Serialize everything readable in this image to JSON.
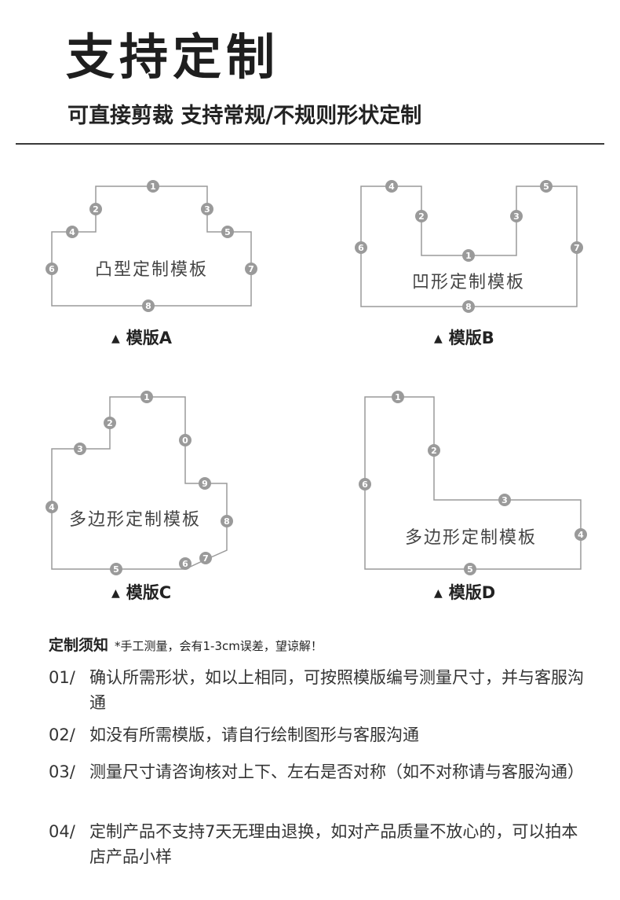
{
  "header": {
    "title": "支持定制",
    "subtitle": "可直接剪裁 支持常规/不规则形状定制"
  },
  "colors": {
    "outline": "#9a9a9a",
    "marker": "#9a9a9a",
    "text": "#222222"
  },
  "templates": [
    {
      "shape_label": "凸型定制模板",
      "caption": "模版A",
      "markers": [
        "1",
        "2",
        "3",
        "4",
        "5",
        "6",
        "7",
        "8"
      ]
    },
    {
      "shape_label": "凹形定制模板",
      "caption": "模版B",
      "markers": [
        "1",
        "2",
        "3",
        "4",
        "5",
        "6",
        "7",
        "8"
      ]
    },
    {
      "shape_label": "多边形定制模板",
      "caption": "模版C",
      "markers": [
        "1",
        "2",
        "3",
        "4",
        "5",
        "6",
        "7",
        "8",
        "9",
        "0"
      ]
    },
    {
      "shape_label": "多边形定制模板",
      "caption": "模版D",
      "markers": [
        "1",
        "2",
        "3",
        "4",
        "5",
        "6"
      ]
    }
  ],
  "notes": {
    "heading": "定制须知",
    "warning": "*手工测量，会有1-3cm误差，望谅解！",
    "items": [
      {
        "num": "01/",
        "text": "确认所需形状，如以上相同，可按照模版编号测量尺寸，并与客服沟通"
      },
      {
        "num": "02/",
        "text": "如没有所需模版，请自行绘制图形与客服沟通"
      },
      {
        "num": "03/",
        "text": "测量尺寸请咨询核对上下、左右是否对称（如不对称请与客服沟通）"
      },
      {
        "num": "04/",
        "text": "定制产品不支持7天无理由退换，如对产品质量不放心的，可以拍本店产品小样"
      }
    ]
  }
}
